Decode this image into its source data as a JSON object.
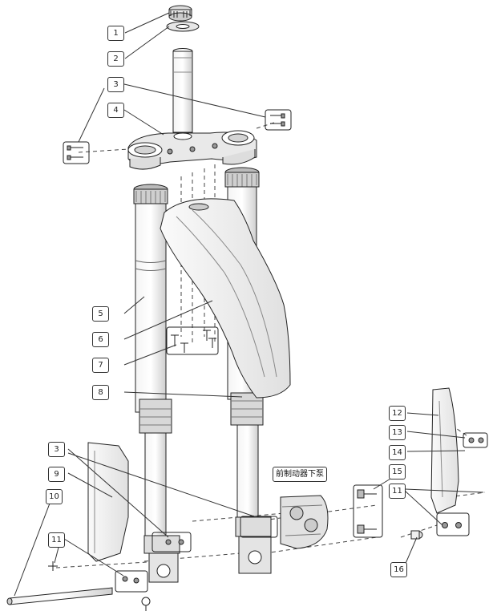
{
  "diagram": {
    "callouts": [
      "1",
      "2",
      "3",
      "4",
      "5",
      "6",
      "7",
      "8",
      "12",
      "13",
      "14",
      "3",
      "15",
      "9",
      "10",
      "11",
      "11",
      "16"
    ],
    "brake_label": "前制动器下泵"
  },
  "colors": {
    "line": "#222222",
    "shade": "#d8d8d8",
    "light": "#f2f2f2"
  }
}
